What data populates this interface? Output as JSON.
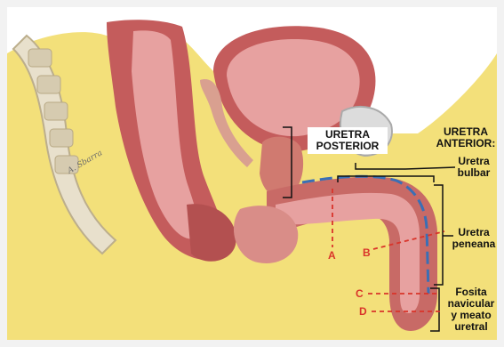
{
  "labels": {
    "posterior_line1": "URETRA",
    "posterior_line2": "POSTERIOR",
    "anterior_line1": "URETRA",
    "anterior_line2": "ANTERIOR:",
    "bulbar_line1": "Uretra",
    "bulbar_line2": "bulbar",
    "peneana_line1": "Uretra",
    "peneana_line2": "peneana",
    "fosita_line1": "Fosita",
    "fosita_line2": "navicular",
    "fosita_line3": "y meato",
    "fosita_line4": "uretral"
  },
  "sections": {
    "A": "A",
    "B": "B",
    "C": "C",
    "D": "D"
  },
  "signature": "A. Sbarra",
  "colors": {
    "section_line": "#d9342a",
    "urethra_blue": "#3a6fb5",
    "fat_yellow": "#f3e07a",
    "muscle_red": "#c45c5c",
    "mucosa_pink": "#e7a1a0"
  }
}
